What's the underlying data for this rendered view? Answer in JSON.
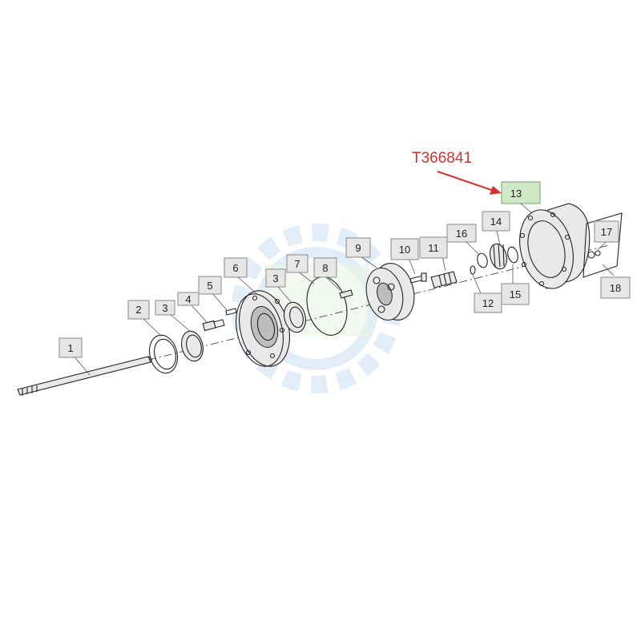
{
  "highlight": {
    "part_number": "T366841",
    "callout": "13",
    "color": "#d0342c"
  },
  "callouts": [
    "1",
    "2",
    "3",
    "4",
    "5",
    "6",
    "3",
    "7",
    "8",
    "9",
    "10",
    "11",
    "16",
    "12",
    "14",
    "15",
    "13",
    "17",
    "18"
  ],
  "colors": {
    "callout_fill": "#e6e6e6",
    "callout_highlight_fill": "#cfe8c6",
    "arrow": "#d0342c",
    "watermark": "#7fb2df"
  }
}
